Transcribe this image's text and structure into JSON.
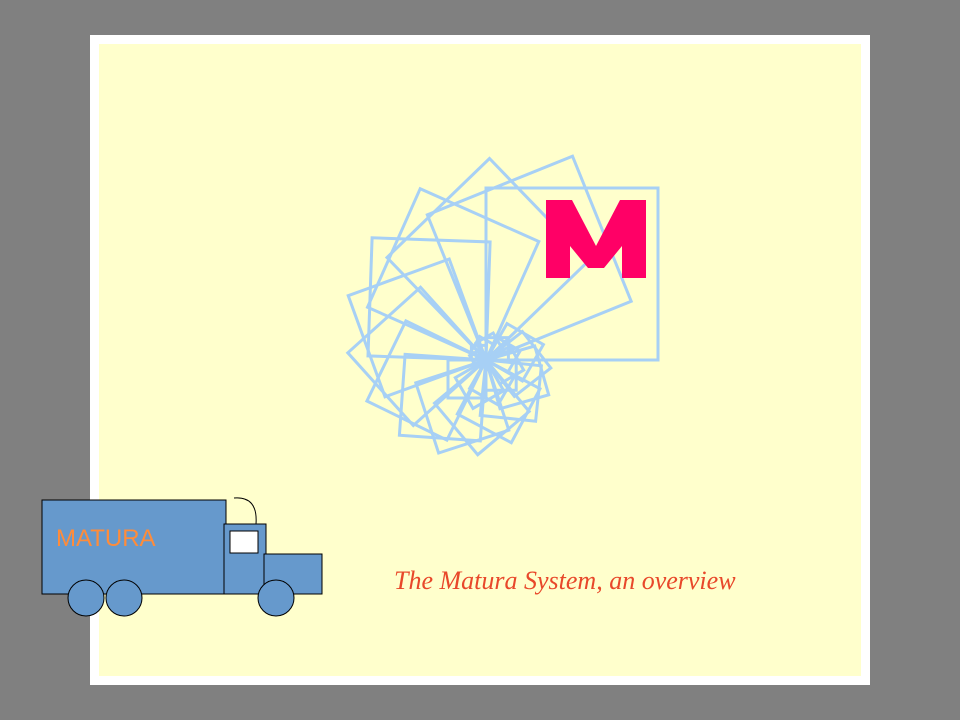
{
  "slide": {
    "subtitle": "The Matura System, an overview",
    "logo_letter": "M",
    "truck_label": "MATURA"
  },
  "icons": {
    "logo": "spiral-squares-logo-icon",
    "truck": "delivery-truck-icon"
  },
  "colors": {
    "background": "#808080",
    "slide": "#ffffcc",
    "spiral_stroke": "#a7d0f5",
    "logo_letter": "#ff0066",
    "subtitle": "#e8482a",
    "truck_body": "#6699cc",
    "truck_label": "#ff8c3a"
  }
}
